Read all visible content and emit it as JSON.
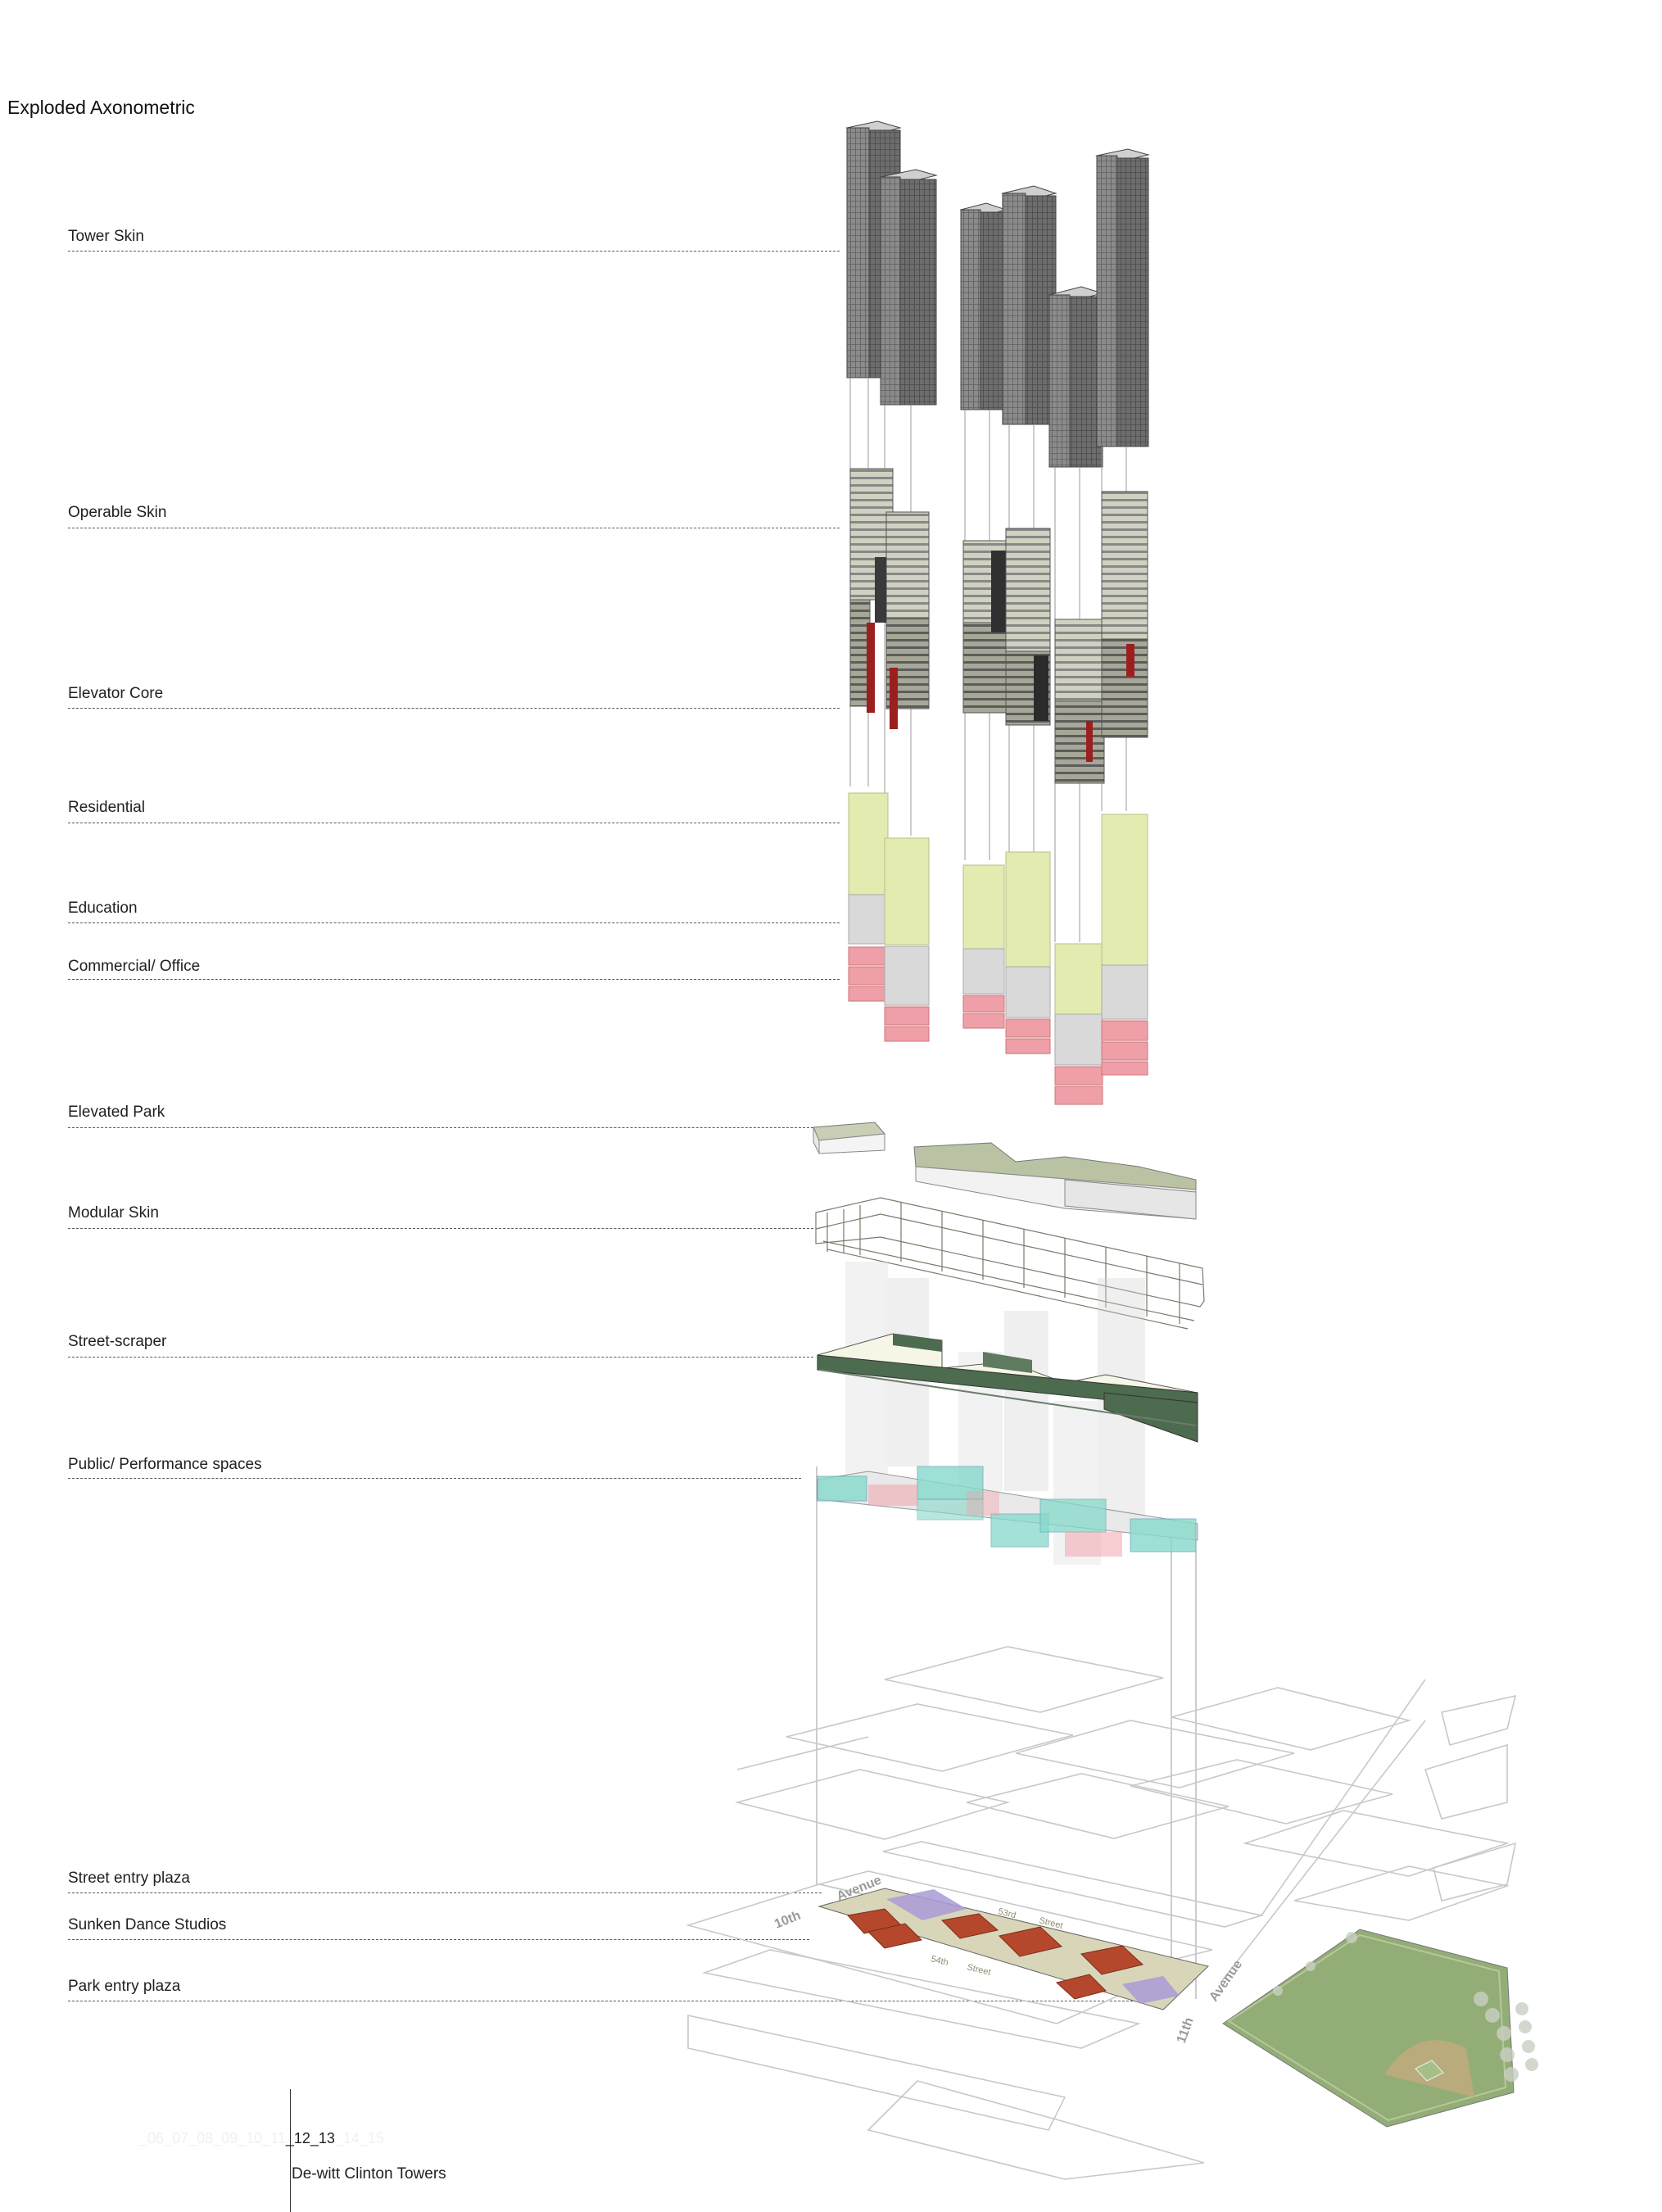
{
  "title": "Exploded Axonometric",
  "layers": [
    {
      "id": "tower-skin",
      "label": "Tower Skin"
    },
    {
      "id": "operable-skin",
      "label": "Operable Skin"
    },
    {
      "id": "elevator-core",
      "label": "Elevator Core"
    },
    {
      "id": "residential",
      "label": "Residential"
    },
    {
      "id": "education",
      "label": "Education"
    },
    {
      "id": "commercial-office",
      "label": "Commercial/ Office"
    },
    {
      "id": "elevated-park",
      "label": "Elevated Park"
    },
    {
      "id": "modular-skin",
      "label": "Modular Skin"
    },
    {
      "id": "street-scraper",
      "label": "Street-scraper"
    },
    {
      "id": "public-performance",
      "label": "Public/ Performance spaces"
    },
    {
      "id": "street-entry-plaza",
      "label": "Street entry plaza"
    },
    {
      "id": "sunken-dance-studios",
      "label": "Sunken Dance Studios"
    },
    {
      "id": "park-entry-plaza",
      "label": "Park entry plaza"
    }
  ],
  "streets": {
    "tenth_avenue": [
      "10th",
      "Avenue"
    ],
    "eleventh_avenue": [
      "11th",
      "Avenue"
    ],
    "fifty_third_street": [
      "53rd",
      "Street"
    ],
    "fifty_fourth_street": [
      "54th",
      "Street"
    ]
  },
  "footer": {
    "pages_before": "_06_07_08_09_10_11",
    "pages_current": "_12_13",
    "pages_after": "_14_15",
    "project_title": "De-witt Clinton Towers"
  },
  "colors": {
    "tower": "#8e8e8e",
    "residential": "#e4ebb0",
    "education": "#d9d9d9",
    "commercial": "#ef9fa8",
    "park": "#b9c3a3",
    "street_scraper": "#4d6b4e",
    "performance": "#86d9cb",
    "dance_floor": "#b5482c",
    "plaza": "#d9d5b9",
    "plaza_accent": "#a99bd6",
    "field": "#93ad76"
  }
}
